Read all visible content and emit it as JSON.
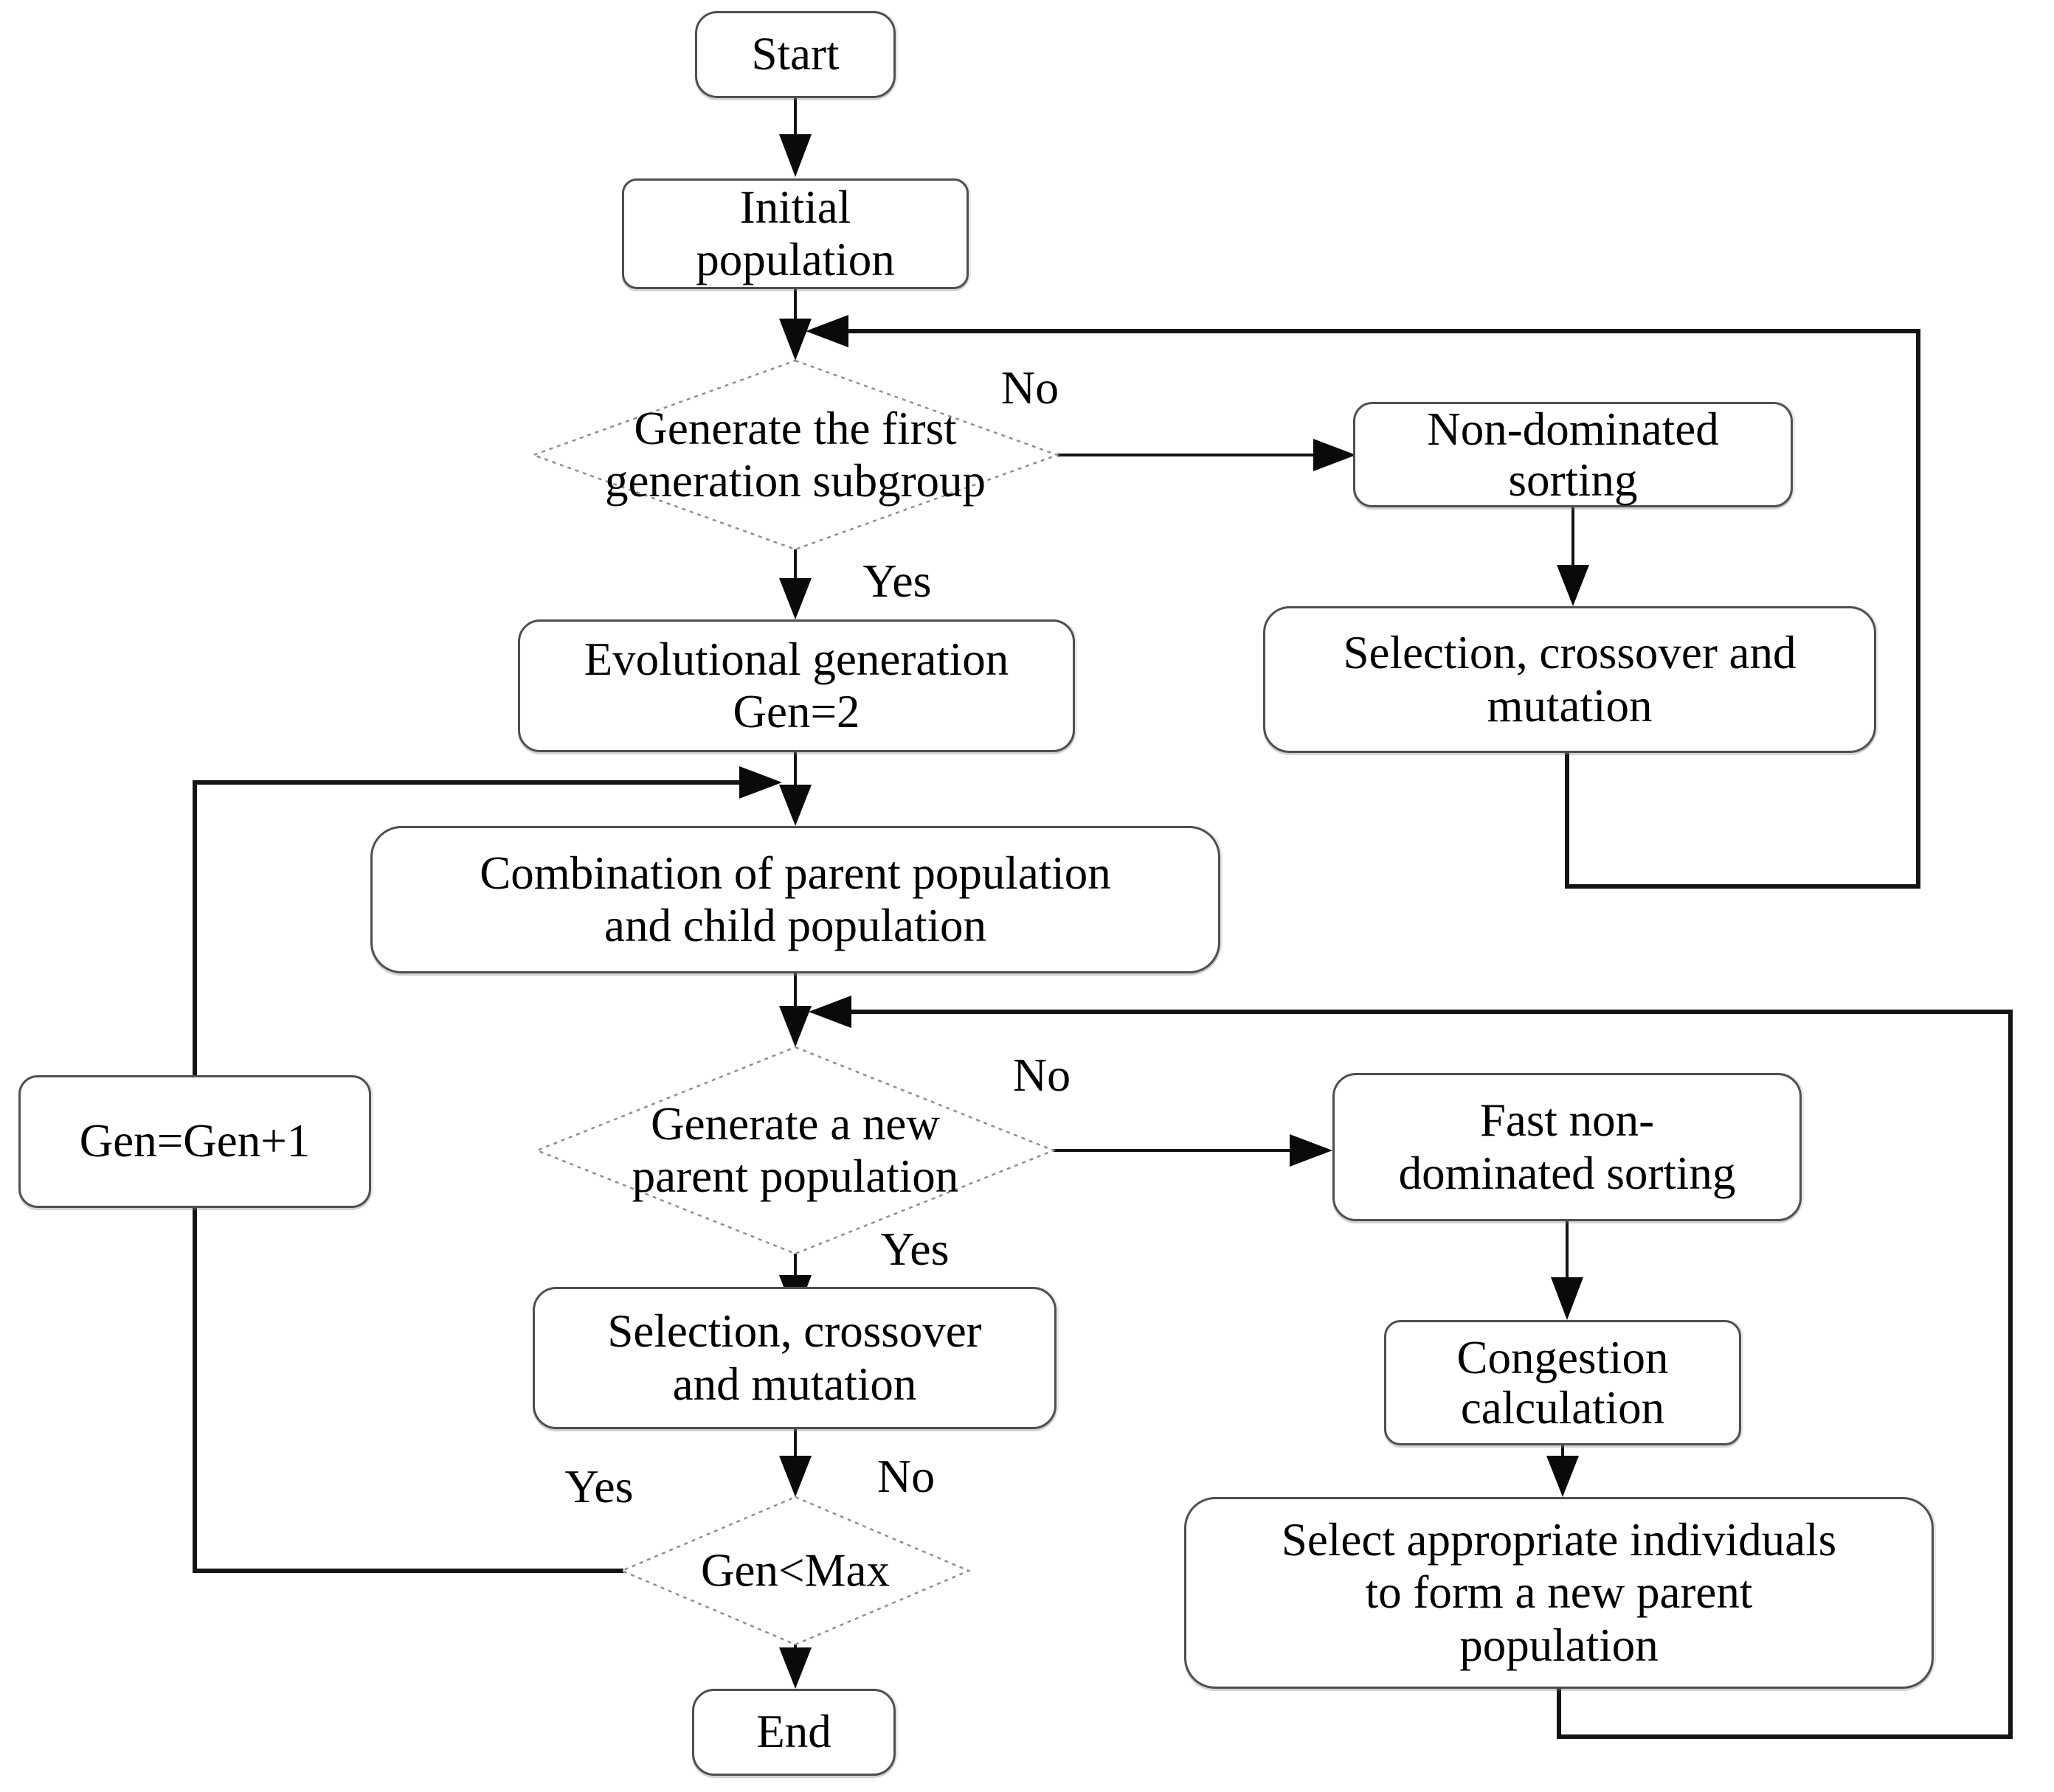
{
  "diagram": {
    "type": "flowchart",
    "nodes": {
      "start": {
        "lines": [
          "Start"
        ]
      },
      "initial_population": {
        "lines": [
          "Initial",
          "population"
        ]
      },
      "generate_first_subgroup": {
        "lines": [
          "Generate the first",
          "generation subgroup"
        ]
      },
      "non_dominated_sorting": {
        "lines": [
          "Non-dominated",
          "sorting"
        ]
      },
      "selection_crossover_mutation_right": {
        "lines": [
          "Selection, crossover and",
          "mutation"
        ]
      },
      "evolutional_generation": {
        "lines": [
          "Evolutional generation",
          "Gen=2"
        ]
      },
      "combination": {
        "lines": [
          "Combination of parent population",
          "and child population"
        ]
      },
      "generate_new_parent": {
        "lines": [
          "Generate a new",
          "parent population"
        ]
      },
      "fast_non_dominated_sorting": {
        "lines": [
          "Fast non-",
          "dominated sorting"
        ]
      },
      "congestion_calculation": {
        "lines": [
          "Congestion",
          "calculation"
        ]
      },
      "select_individuals": {
        "lines": [
          "Select appropriate individuals",
          "to form a new parent",
          "population"
        ]
      },
      "selection_crossover_mutation_left": {
        "lines": [
          "Selection, crossover",
          "and mutation"
        ]
      },
      "gen_increment": {
        "lines": [
          "Gen=Gen+1"
        ]
      },
      "gen_less_max": {
        "lines": [
          "Gen<Max"
        ]
      },
      "end": {
        "lines": [
          "End"
        ]
      }
    },
    "edge_labels": {
      "first_decision_no": "No",
      "first_decision_yes": "Yes",
      "second_decision_no": "No",
      "second_decision_yes": "Yes",
      "third_decision_yes": "Yes",
      "third_decision_no": "No"
    },
    "colors": {
      "background": "#ffffff",
      "line": "#141414",
      "box_border": "#4f4f4f",
      "diamond_border": "#8f8f8f",
      "text": "#000000"
    }
  }
}
